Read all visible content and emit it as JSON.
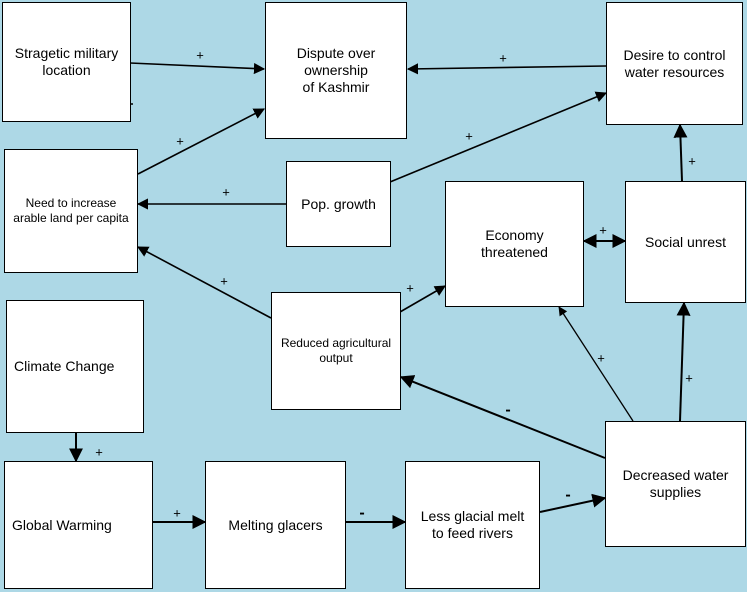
{
  "nodes": {
    "strategic": "Stragetic military\nlocation",
    "dispute": "Dispute over\nownership\nof Kashmir",
    "desire": "Desire to control\nwater resources",
    "need": "Need to increase\narable land per capita",
    "pop": "Pop. growth",
    "economy": "Economy\nthreatened",
    "unrest": "Social unrest",
    "climate": "Climate Change",
    "reduced": "Reduced agricultural\noutput",
    "global": "Global Warming",
    "melting": "Melting glacers",
    "less": "Less glacial melt\nto feed rivers",
    "decreased": "Decreased water\nsupplies"
  },
  "links": {
    "strategic_dispute": "+",
    "desire_dispute": "+",
    "need_dispute": "+",
    "pop_desire": "+",
    "pop_need": "+",
    "reduced_need": "+",
    "reduced_economy": "+",
    "economy_unrest": "+",
    "unrest_desire": "+",
    "climate_global": "+",
    "global_melting": "+",
    "melting_less": "-",
    "less_decreased": "-",
    "decreased_reduced": "-",
    "decreased_economy": "+",
    "decreased_unrest": "+"
  }
}
